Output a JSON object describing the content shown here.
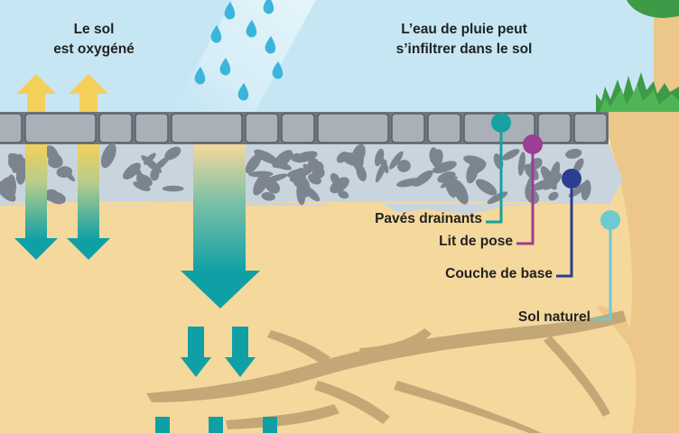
{
  "captions": {
    "soil_oxygen": [
      "Le sol",
      "est oxygéné"
    ],
    "rain_infiltration": [
      "L’eau de pluie peut",
      "s’infiltrer dans le sol"
    ]
  },
  "layers": {
    "drainant_pavers": "Pavés drainants",
    "bedding_layer": "Lit de pose",
    "base_layer": "Couche de base",
    "natural_soil": "Sol naturel"
  },
  "colors": {
    "sky": "#c7e6f4",
    "paver": "#a9b0b8",
    "gravel_bed": "#c9d5de",
    "soil": "#f5d89c",
    "tree": "#edc78a",
    "root": "#c4a777",
    "water": "#0fa0a6",
    "air": "#f4d05a",
    "pavers_marker": "#17a2a0",
    "bedding_marker": "#9c3d96",
    "base_marker": "#2c3e91",
    "soil_marker": "#6ec9d1"
  }
}
